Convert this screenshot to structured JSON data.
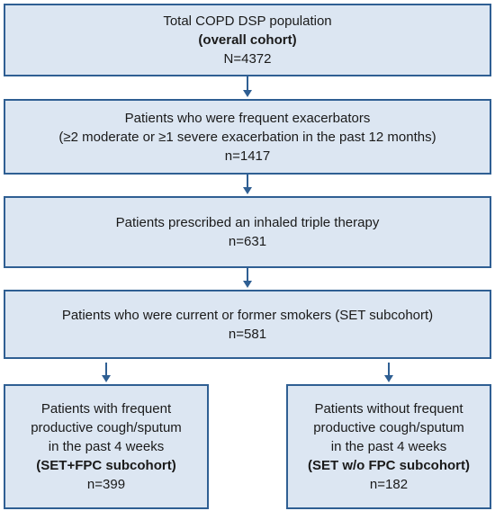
{
  "boxes": {
    "b1": {
      "line1": "Total COPD DSP population",
      "line2": "(overall cohort)",
      "line3": "N=4372"
    },
    "b2": {
      "line1": "Patients who were frequent exacerbators",
      "line2": "(≥2 moderate or ≥1 severe exacerbation in the past 12 months)",
      "line3": "n=1417"
    },
    "b3": {
      "line1": "Patients prescribed an inhaled triple therapy",
      "line2": "n=631"
    },
    "b4": {
      "line1": "Patients who were current or former smokers (SET subcohort)",
      "line2": "n=581"
    },
    "b5": {
      "line1": "Patients with frequent",
      "line2": "productive cough/sputum",
      "line3": "in the past 4 weeks",
      "line4": "(SET+FPC subcohort)",
      "line5": "n=399"
    },
    "b6": {
      "line1": "Patients without frequent",
      "line2": "productive cough/sputum",
      "line3": "in the past 4 weeks",
      "line4": "(SET w/o FPC subcohort)",
      "line5": "n=182"
    }
  },
  "colors": {
    "box_fill": "#dce6f2",
    "box_border": "#2f5f93",
    "arrow": "#2f5f93"
  }
}
